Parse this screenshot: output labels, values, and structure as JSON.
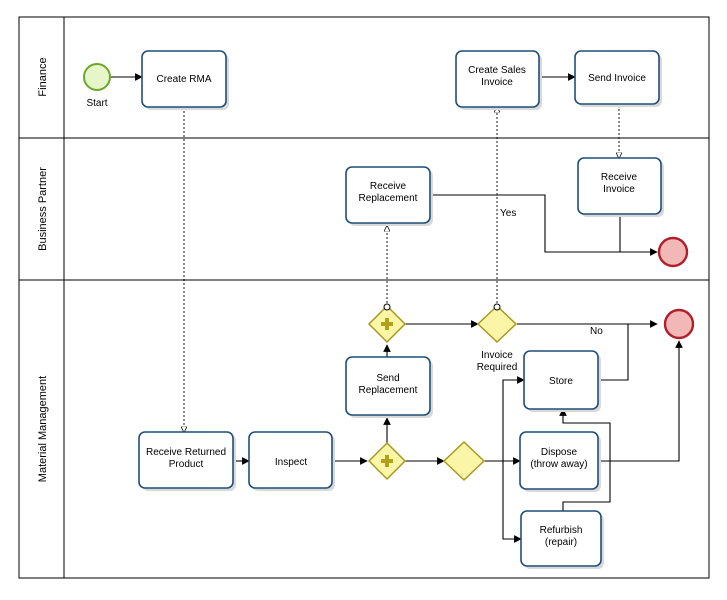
{
  "pool": {
    "lanes": [
      {
        "id": "finance",
        "label": "Finance"
      },
      {
        "id": "business_partner",
        "label": "Business Partner"
      },
      {
        "id": "material_management",
        "label": "Material Management"
      }
    ]
  },
  "events": {
    "start": "Start"
  },
  "tasks": {
    "create_rma": "Create RMA",
    "create_sales_invoice": "Create Sales|Invoice",
    "send_invoice": "Send Invoice",
    "receive_replacement": "Receive|Replacement",
    "receive_invoice": "Receive|Invoice",
    "send_replacement": "Send|Replacement",
    "receive_returned_product": "Receive Returned|Product",
    "inspect": "Inspect",
    "store": "Store",
    "dispose": "Dispose|(throw away)",
    "refurbish": "Refurbish|(repair)"
  },
  "gateways": {
    "invoice_required": "Invoice|Required"
  },
  "flow_labels": {
    "yes": "Yes",
    "no": "No"
  },
  "colors": {
    "task_border": "#1f4e79",
    "start_fill": "#e8f5c8",
    "start_stroke": "#6aa82c",
    "end_fill": "#f2b8b8",
    "end_stroke": "#b0202a",
    "gateway_fill": "#fbf5a8",
    "gateway_stroke": "#a89a1c",
    "plus_fill": "#b0a01a"
  }
}
